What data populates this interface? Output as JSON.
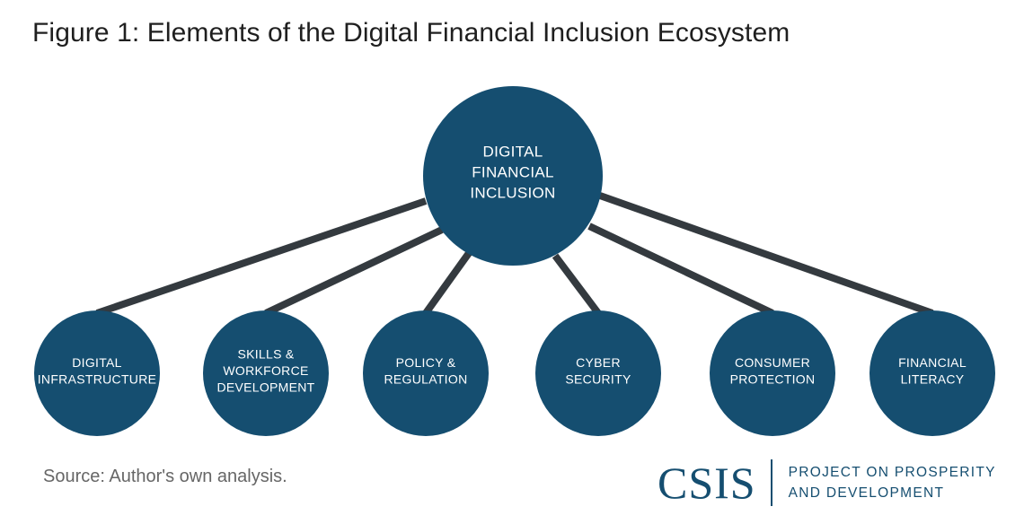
{
  "title": "Figure 1: Elements of the Digital Financial Inclusion Ecosystem",
  "colors": {
    "node_fill": "#154e70",
    "connector": "#343a3f",
    "node_text": "#ffffff"
  },
  "hub": {
    "lines": [
      "DIGITAL",
      "FINANCIAL",
      "INCLUSION"
    ]
  },
  "elements": [
    {
      "lines": [
        "DIGITAL",
        "INFRASTRUCTURE"
      ]
    },
    {
      "lines": [
        "SKILLS &",
        "WORKFORCE",
        "DEVELOPMENT"
      ]
    },
    {
      "lines": [
        "POLICY &",
        "REGULATION"
      ]
    },
    {
      "lines": [
        "CYBER",
        "SECURITY"
      ]
    },
    {
      "lines": [
        "CONSUMER",
        "PROTECTION"
      ]
    },
    {
      "lines": [
        "FINANCIAL",
        "LITERACY"
      ]
    }
  ],
  "source": "Source: Author's own analysis.",
  "logo": {
    "wordmark": "CSIS",
    "lines": [
      "PROJECT ON PROSPERITY",
      "AND DEVELOPMENT"
    ]
  }
}
